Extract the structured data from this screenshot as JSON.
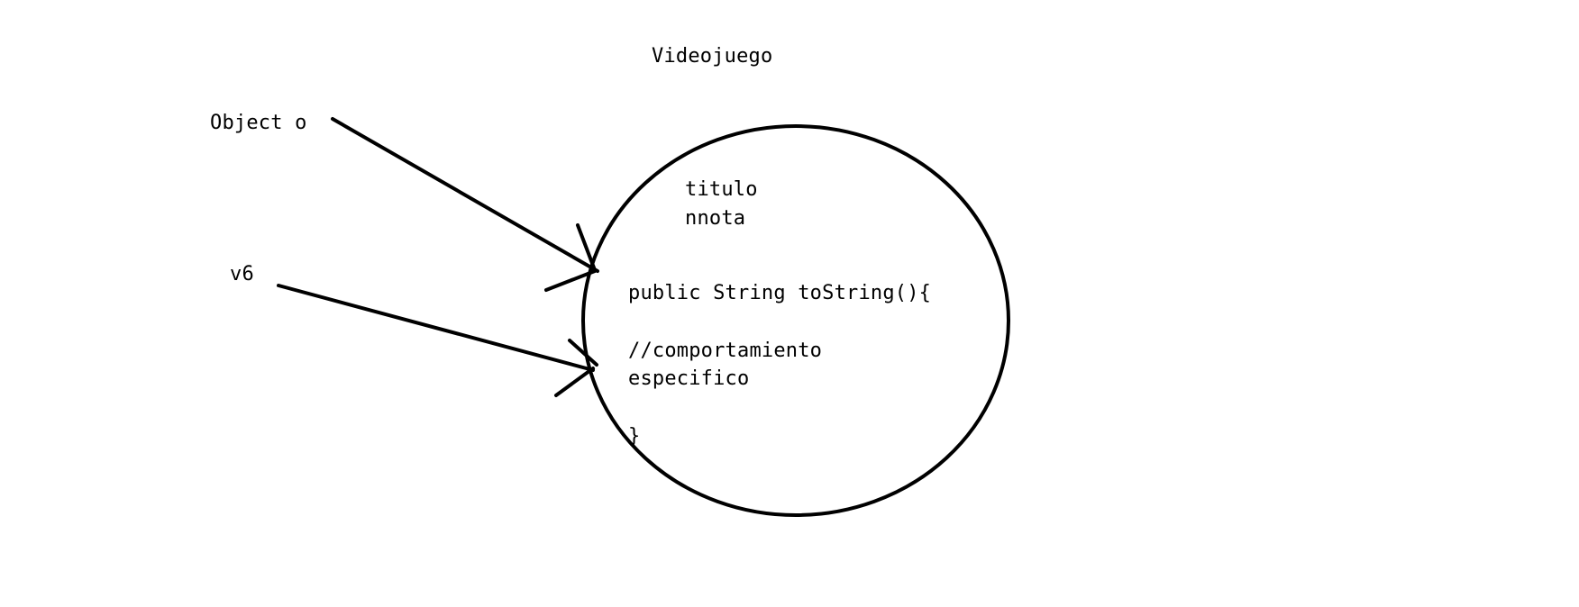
{
  "diagram": {
    "class_title": "Videojuego",
    "references": [
      {
        "label": "Object o"
      },
      {
        "label": "v6"
      }
    ],
    "object": {
      "fields": [
        "titulo",
        "nnota"
      ],
      "method_lines": [
        "public String toString(){",
        "//comportamiento",
        "especifico",
        "}"
      ]
    },
    "colors": {
      "stroke": "#000000",
      "background": "#ffffff"
    }
  }
}
